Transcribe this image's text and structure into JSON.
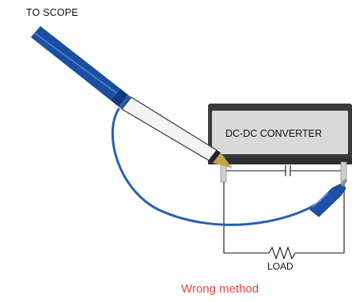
{
  "diagram": {
    "to_scope_label": "TO SCOPE",
    "converter_label": "DC-DC CONVERTER",
    "load_label": "LOAD",
    "caption": "Wrong method"
  },
  "colors": {
    "probe_blue": "#1a4fa0",
    "ground_lead": "#2a5db0",
    "converter_body": "#3b3b3b",
    "converter_face": "#dcdcdc",
    "caption_red": "#e8433a",
    "probe_tip": "#c8a24a"
  }
}
